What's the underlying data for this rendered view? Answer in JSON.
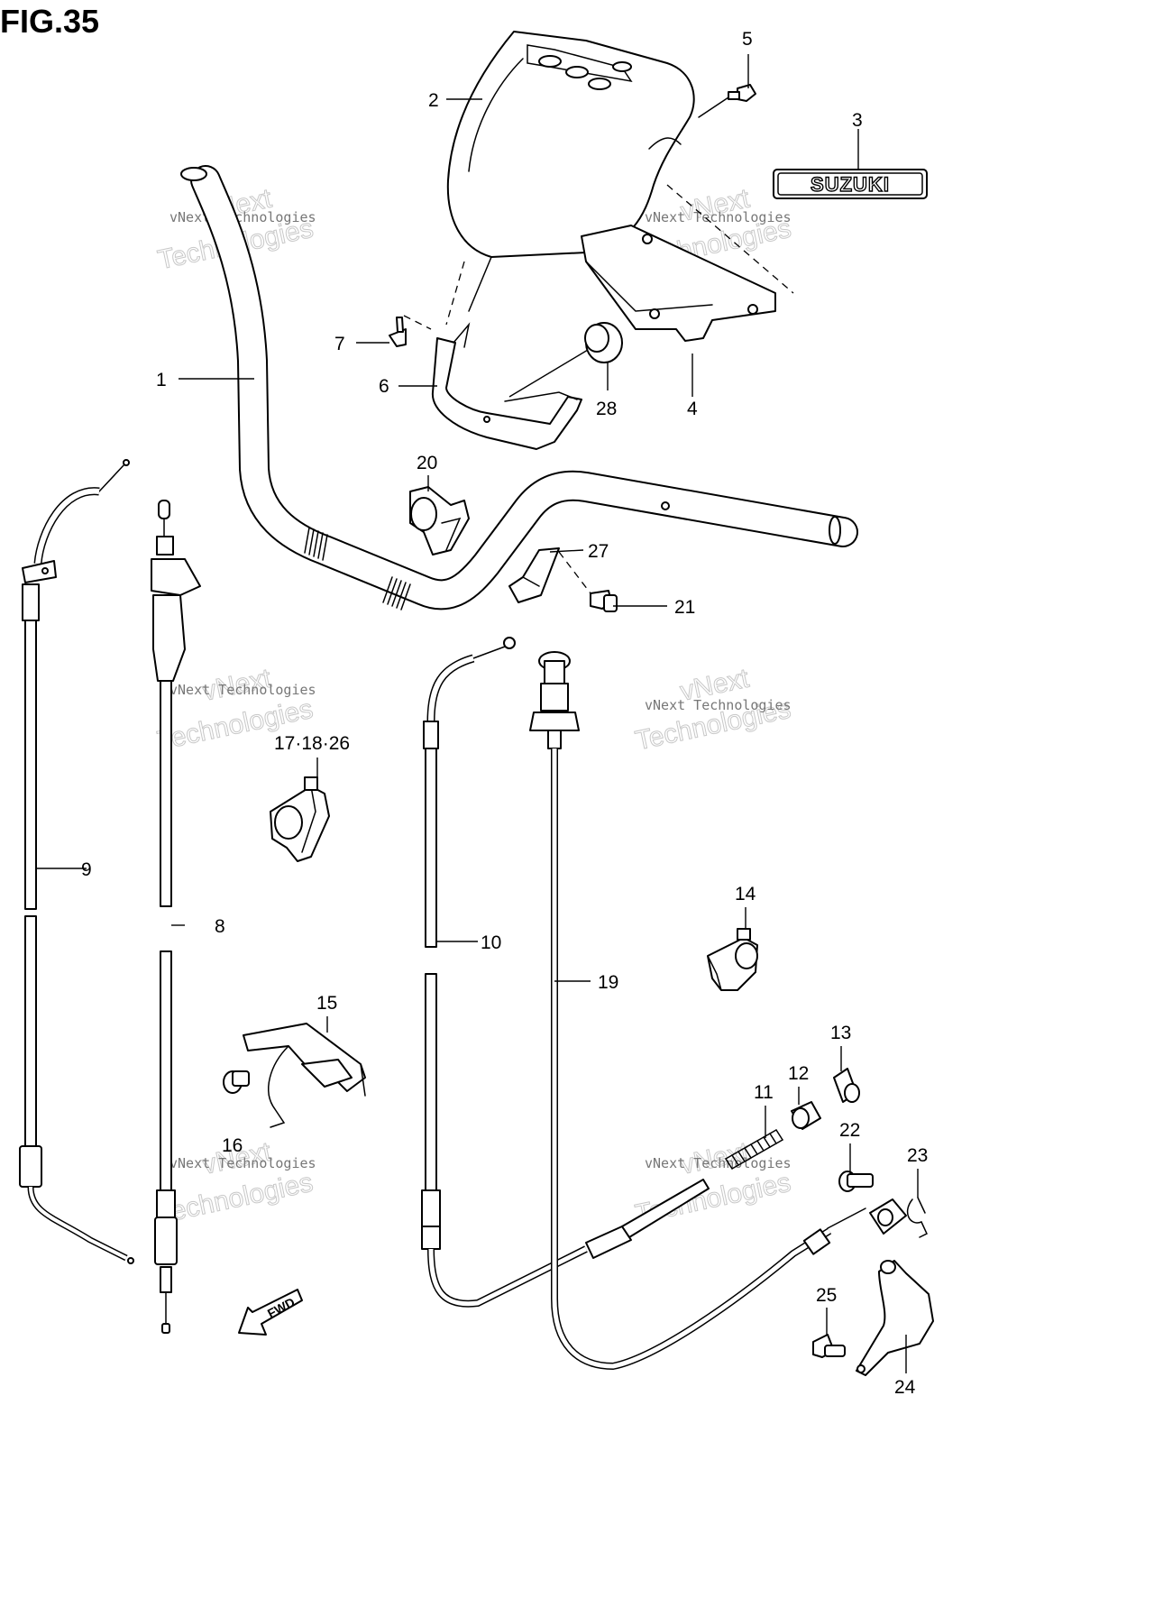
{
  "figure": {
    "title": "FIG.35",
    "emblem_text": "SUZUKI",
    "fwd_text": "FWD"
  },
  "watermark": {
    "line1": "vNext Technologies",
    "line2": "vNext",
    "line3": "Technologies"
  },
  "callouts": {
    "c1": "1",
    "c2": "2",
    "c3": "3",
    "c4": "4",
    "c5": "5",
    "c6": "6",
    "c7": "7",
    "c8": "8",
    "c9": "9",
    "c10": "10",
    "c11": "11",
    "c12": "12",
    "c13": "13",
    "c14": "14",
    "c15": "15",
    "c16": "16",
    "c17_18_26": "17·18·26",
    "c19": "19",
    "c20": "20",
    "c21": "21",
    "c22": "22",
    "c23": "23",
    "c24": "24",
    "c25": "25",
    "c27": "27",
    "c28": "28"
  }
}
